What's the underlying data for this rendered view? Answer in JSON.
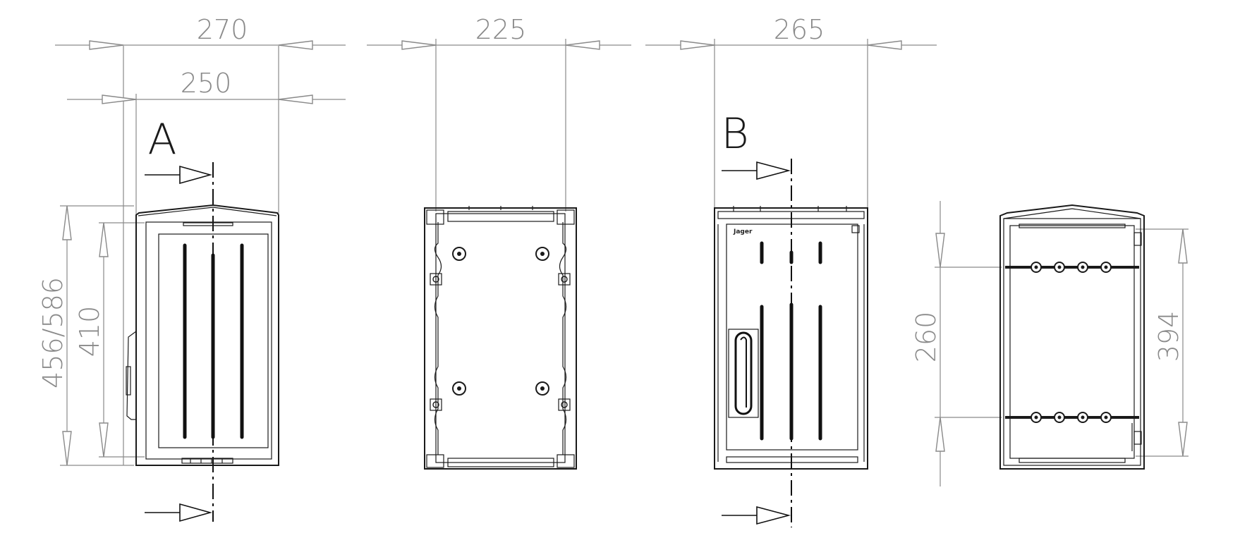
{
  "dimensions": {
    "width_a_outer": "270",
    "width_a_inner": "250",
    "width_side": "225",
    "width_b": "265",
    "height_a_outer": "456/586",
    "height_a_inner": "410",
    "height_rail_spacing": "260",
    "height_back": "394"
  },
  "section_labels": {
    "a": "A",
    "b": "B"
  },
  "brand": "Jager",
  "colors": {
    "dimension": "#8a8a8a",
    "outline": "#1a1a1a",
    "background": "#ffffff"
  }
}
